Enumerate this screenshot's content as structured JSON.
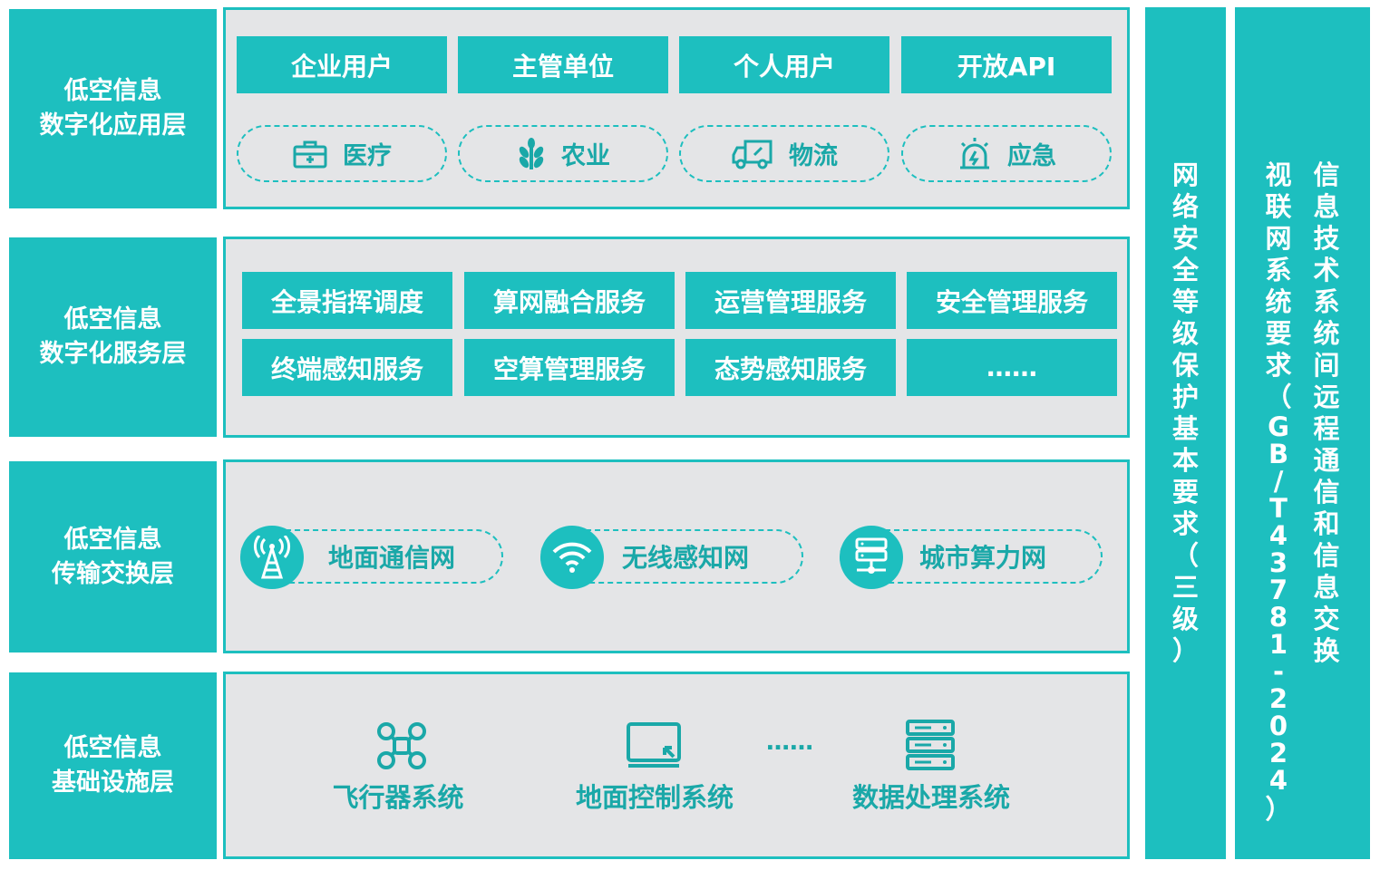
{
  "layers": [
    {
      "line1": "低空信息",
      "line2": "数字化应用层"
    },
    {
      "line1": "低空信息",
      "line2": "数字化服务层"
    },
    {
      "line1": "低空信息",
      "line2": "传输交换层"
    },
    {
      "line1": "低空信息",
      "line2": "基础设施层"
    }
  ],
  "application": {
    "buttons": [
      "企业用户",
      "主管单位",
      "个人用户",
      "开放API"
    ],
    "domains": [
      {
        "label": "医疗",
        "icon": "medical-kit-icon"
      },
      {
        "label": "农业",
        "icon": "wheat-icon"
      },
      {
        "label": "物流",
        "icon": "truck-icon"
      },
      {
        "label": "应急",
        "icon": "alarm-icon"
      }
    ]
  },
  "service": {
    "items": [
      "全景指挥调度",
      "算网融合服务",
      "运营管理服务",
      "安全管理服务",
      "终端感知服务",
      "空算管理服务",
      "态势感知服务",
      "……"
    ]
  },
  "transport": {
    "networks": [
      {
        "label": "地面通信网",
        "icon": "signal-tower-icon"
      },
      {
        "label": "无线感知网",
        "icon": "wifi-icon"
      },
      {
        "label": "城市算力网",
        "icon": "server-network-icon"
      }
    ]
  },
  "infrastructure": {
    "systems": [
      {
        "label": "飞行器系统",
        "icon": "drone-icon"
      },
      {
        "label": "地面控制系统",
        "icon": "monitor-icon"
      },
      {
        "label": "数据处理系统",
        "icon": "server-icon"
      }
    ],
    "ellipsis": "……"
  },
  "standards": {
    "security": "网络安全等级保护基本要求（三级）",
    "video_col1": "信息技术系统间远程通信和信息交换",
    "video_col2": "视联网系统要求（GB/T43781-2024）"
  },
  "colors": {
    "accent": "#1dbfbf",
    "panel": "#e4e5e7",
    "text_accent": "#1aa8a8"
  }
}
